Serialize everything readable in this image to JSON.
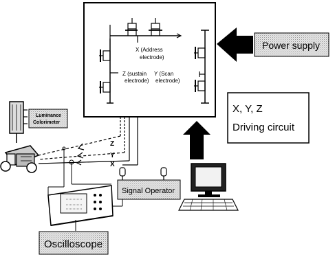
{
  "labels": {
    "power_supply": "Power supply",
    "driving_line1": "X, Y, Z",
    "driving_line2": "Driving circuit",
    "luminance_line1": "Luminance",
    "luminance_line2": "Colorimeter",
    "signal_operator": "Signal Operator",
    "oscilloscope": "Oscilloscope",
    "x_address_line1": "X (Address",
    "x_address_line2": "electrode)",
    "z_sustain_line1": "Z (sustain",
    "z_sustain_line2": "electrode)",
    "y_scan_line1": "Y (Scan",
    "y_scan_line2": "electrode)",
    "line_z": "Z",
    "line_y": "Y",
    "line_x": "X"
  },
  "colors": {
    "label_box_fill": "#d9d9d9",
    "line": "#000000"
  }
}
